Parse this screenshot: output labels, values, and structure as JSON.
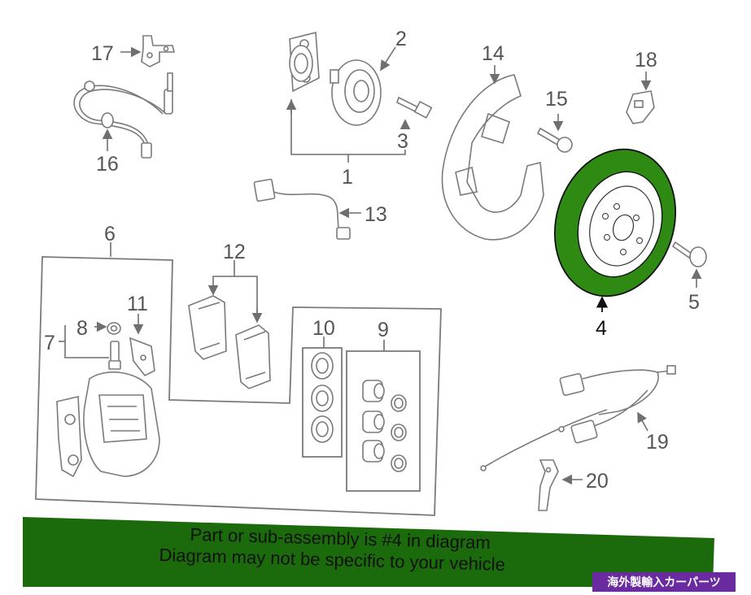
{
  "labels": {
    "p1": "1",
    "p2": "2",
    "p3": "3",
    "p4": "4",
    "p5": "5",
    "p6": "6",
    "p7": "7",
    "p8": "8",
    "p9": "9",
    "p10": "10",
    "p11": "11",
    "p12": "12",
    "p13": "13",
    "p14": "14",
    "p15": "15",
    "p16": "16",
    "p17": "17",
    "p18": "18",
    "p19": "19",
    "p20": "20"
  },
  "banner": {
    "line1": "Part or sub-assembly is #4 in diagram",
    "line2": "Diagram may not be specific to your vehicle",
    "color": "#1b6b0c"
  },
  "highlight_color": "#2f8a14",
  "badge": {
    "text": "海外製輸入カーパーツ",
    "color": "#6a2ba0"
  }
}
